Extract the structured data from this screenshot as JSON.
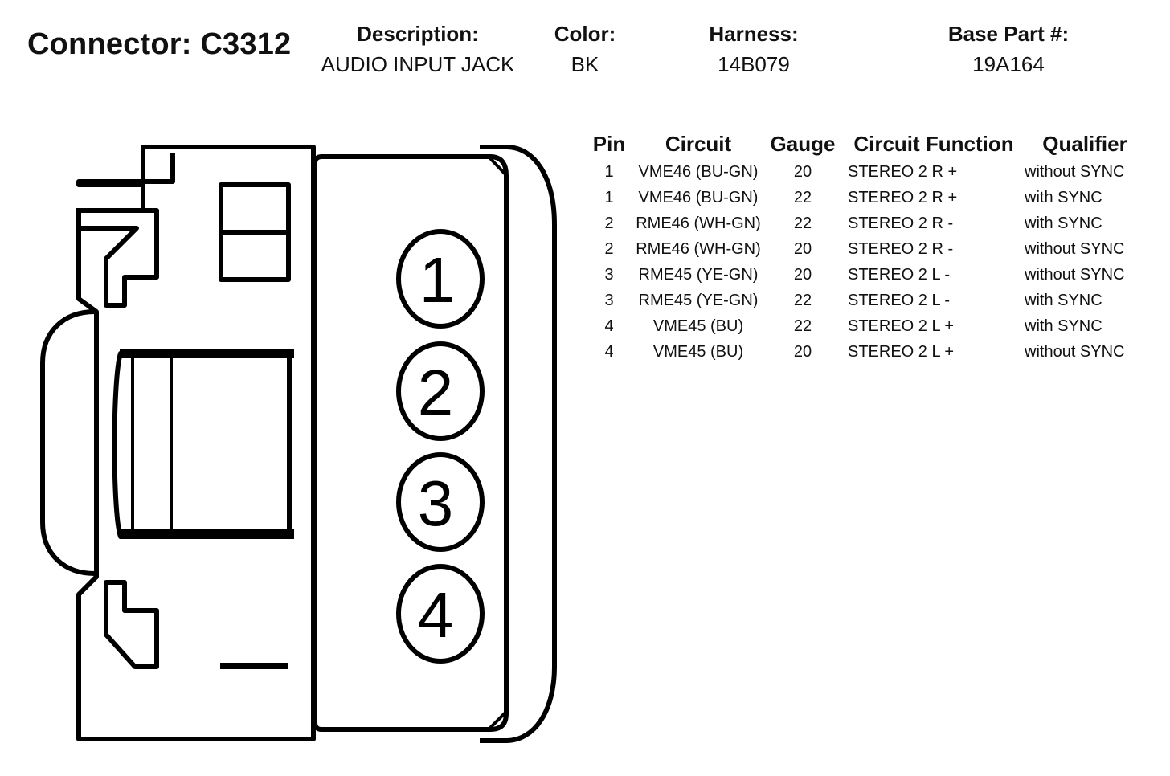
{
  "connector": {
    "title": "Connector: C3312"
  },
  "header": {
    "description": {
      "label": "Description:",
      "value": "AUDIO INPUT JACK"
    },
    "color": {
      "label": "Color:",
      "value": "BK"
    },
    "harness": {
      "label": "Harness:",
      "value": "14B079"
    },
    "base_part": {
      "label": "Base Part #:",
      "value": "19A164"
    }
  },
  "diagram": {
    "pin_labels": [
      "1",
      "2",
      "3",
      "4"
    ]
  },
  "table": {
    "columns": [
      "Pin",
      "Circuit",
      "Gauge",
      "Circuit Function",
      "Qualifier"
    ],
    "rows": [
      {
        "pin": "1",
        "circuit": "VME46 (BU-GN)",
        "gauge": "20",
        "function": "STEREO 2 R +",
        "qualifier": "without SYNC"
      },
      {
        "pin": "1",
        "circuit": "VME46 (BU-GN)",
        "gauge": "22",
        "function": "STEREO 2 R +",
        "qualifier": "with SYNC"
      },
      {
        "pin": "2",
        "circuit": "RME46 (WH-GN)",
        "gauge": "22",
        "function": "STEREO 2 R -",
        "qualifier": "with SYNC"
      },
      {
        "pin": "2",
        "circuit": "RME46 (WH-GN)",
        "gauge": "20",
        "function": "STEREO 2 R -",
        "qualifier": "without SYNC"
      },
      {
        "pin": "3",
        "circuit": "RME45 (YE-GN)",
        "gauge": "20",
        "function": "STEREO 2 L -",
        "qualifier": "without SYNC"
      },
      {
        "pin": "3",
        "circuit": "RME45 (YE-GN)",
        "gauge": "22",
        "function": "STEREO 2 L -",
        "qualifier": "with SYNC"
      },
      {
        "pin": "4",
        "circuit": "VME45 (BU)",
        "gauge": "22",
        "function": "STEREO 2 L +",
        "qualifier": "with SYNC"
      },
      {
        "pin": "4",
        "circuit": "VME45 (BU)",
        "gauge": "20",
        "function": "STEREO 2 L +",
        "qualifier": "without SYNC"
      }
    ]
  }
}
